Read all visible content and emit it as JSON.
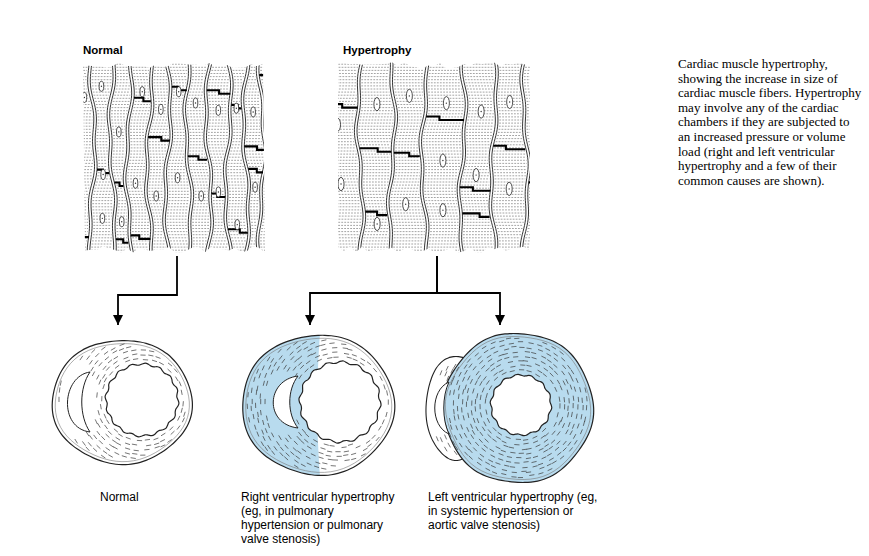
{
  "diagram": {
    "caption": "Cardiac muscle hypertrophy, showing the increase in size of cardiac muscle fibers. Hypertrophy may involve any of the cardiac chambers if they are subjected to an increased pressure or volume load (right and left ventricular hypertrophy and a few of their common causes are shown).",
    "nodes": [
      {
        "text": [
          "Normal"
        ]
      },
      {
        "text": [
          "Hypertrophy"
        ]
      },
      {
        "text": [
          "Normal"
        ]
      },
      {
        "text": [
          "Right ventricular hypertrophy (eg, in pulmonary hypertension or pulmonary valve stenosis)"
        ]
      },
      {
        "text": [
          "Left ventricular hypertrophy (eg, in systemic hypertension or aortic valve stenosis)"
        ]
      }
    ],
    "edges": [
      {
        "from": 0,
        "to": 2,
        "arrow": "to"
      },
      {
        "from": 1,
        "to": 3,
        "arrow": "to"
      },
      {
        "from": 1,
        "to": 4,
        "arrow": "to"
      }
    ]
  }
}
